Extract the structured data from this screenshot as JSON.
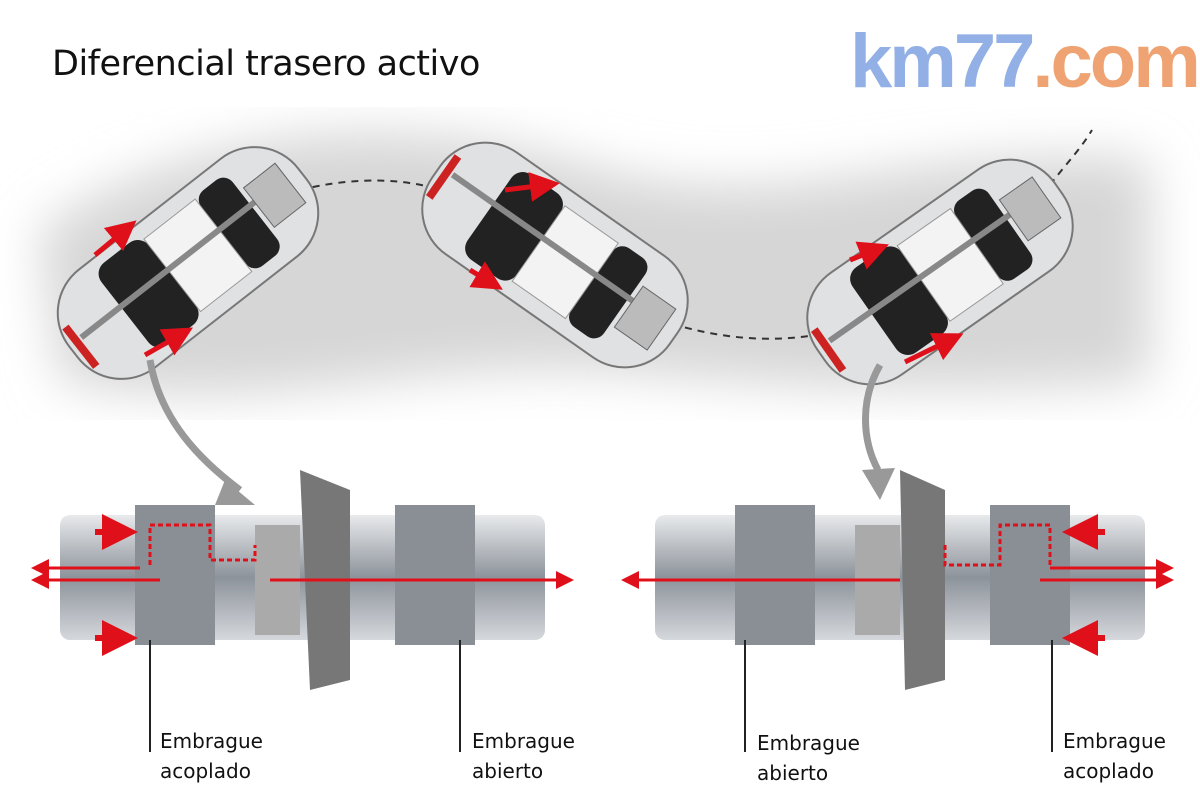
{
  "title": "Diferencial trasero activo",
  "labels": {
    "left_coupled": [
      "Embrague",
      "acoplado"
    ],
    "left_open": [
      "Embrague",
      "abierto"
    ],
    "right_open": [
      "Embrague",
      "abierto"
    ],
    "right_coupled": [
      "Embrague",
      "acoplado"
    ]
  },
  "watermark": {
    "part1": "km77",
    "part2": ".com"
  },
  "colors": {
    "arrow": "#e0101a",
    "shadow": "#d8d8d8",
    "metal": "#9aa0a8"
  }
}
